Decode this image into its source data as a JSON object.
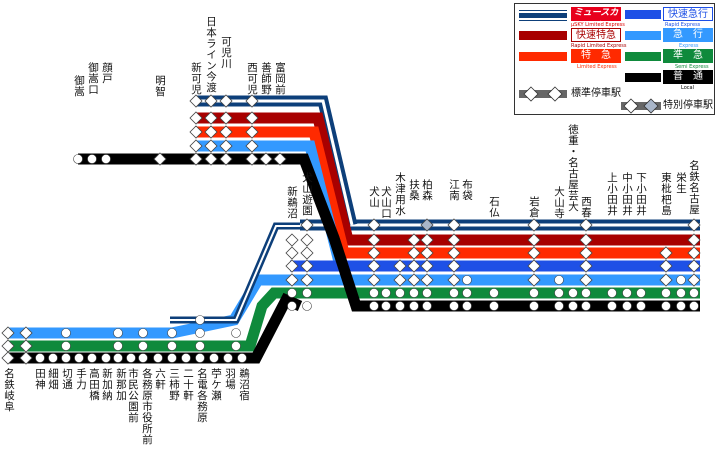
{
  "stations_left": [
    "名鉄岐阜",
    "田神",
    "細畑",
    "切通",
    "手力",
    "高田橋",
    "新加納",
    "新那加",
    "市民公園前",
    "各務原市役所前",
    "六軒",
    "三柿野",
    "二十軒",
    "名電各務原",
    "苧ケ瀬",
    "羽場",
    "鵜沼宿"
  ],
  "stations_right": [
    "新鵜沼",
    "犬山遊園",
    "犬山",
    "犬山口",
    "木津用水",
    "扶桑",
    "柏森",
    "江南",
    "布袋",
    "石仏",
    "岩倉",
    "大山寺",
    "徳重・名古屋芸大",
    "西春",
    "上小田井",
    "中小田井",
    "下小田井",
    "東枇杷島",
    "栄生",
    "名鉄名古屋"
  ],
  "stations_branch": [
    "御嵩",
    "御嵩口",
    "顔戸",
    "明智",
    "新可児",
    "日本ライン今渡",
    "可児川",
    "西可児",
    "善師野",
    "富岡前"
  ],
  "legend": {
    "mu_sky": "ミュースカイ",
    "mu_sky_sub": "μSKY Limited Express",
    "rapid_ltd": "快速特急",
    "rapid_ltd_sub": "Rapid Limited Express",
    "ltd": "特　急",
    "ltd_sub": "Limited Express",
    "rapid_exp": "快速急行",
    "rapid_exp_sub": "Rapid Express",
    "express": "急　行",
    "express_sub": "Express",
    "semi": "準　急",
    "semi_sub": "Semi Express",
    "local": "普　通",
    "local_sub": "Local",
    "semi_stop": "標準停車駅",
    "special_stop": "特別停車駅"
  },
  "colors": {
    "mu_sky": "#0d3f7a",
    "rapid_ltd": "#a80000",
    "ltd": "#ff2a00",
    "rapid_exp": "#1e50e6",
    "express": "#3399ff",
    "semi": "#0f8a3c",
    "local": "#000000",
    "stop": "#ffffff",
    "special_stop": "#a9b6c9"
  }
}
